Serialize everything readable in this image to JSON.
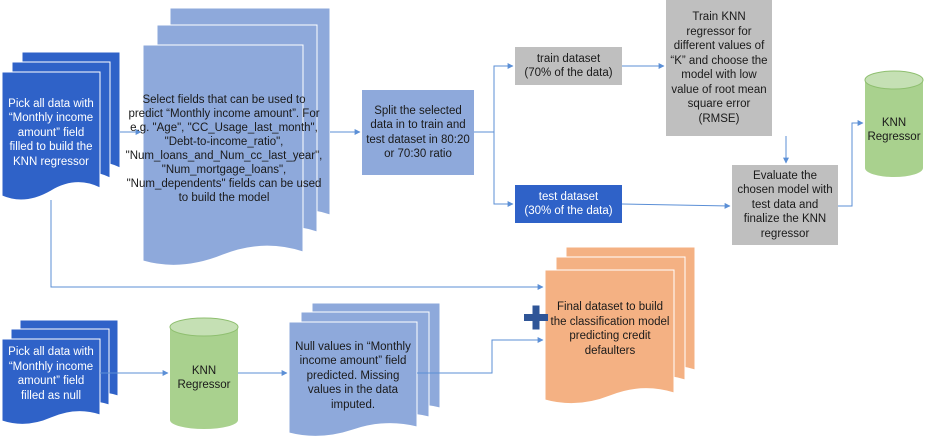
{
  "nodes": {
    "source_all": "Pick all data with “Monthly income amount” field filled to build the KNN regressor",
    "select_fields": "Select fields that can be used to predict “Monthly income amount”. For e.g. \"Age\", \"CC_Usage_last_month\", \"Debt-to-income_ratio\", \"Num_loans_and_Num_cc_last_year\", \"Num_mortgage_loans\", \"Num_dependents\"  fields can be used to build the model",
    "split": "Split the selected data in to train and test dataset in 80:20 or 70:30 ratio",
    "train_line1": "train dataset",
    "train_line2": "(70% of the data)",
    "test_line1": "test dataset",
    "test_line2": "(30% of the data)",
    "train_knn": "Train KNN regressor for different values of “K” and choose the model with low value of root mean square error (RMSE)",
    "evaluate": "Evaluate the chosen model with test data and finalize the KNN regressor",
    "knn_top": "KNN Regressor",
    "source_null": "Pick all data with “Monthly income amount” field filled as null",
    "knn_bottom": "KNN Regressor",
    "imputed": "Null values in “Monthly income amount” field predicted. Missing values in the data imputed.",
    "final": "Final dataset to build the classification model predicting credit defaulters"
  },
  "colors": {
    "blue_doc": "#2f62c8",
    "lavender": "#8ea9db",
    "grey": "#bfbfbf",
    "green": "#a9d18e",
    "orange": "#f4b183",
    "connector": "#5b8fd6",
    "plus": "#2f5597"
  },
  "icons": {
    "plus": "plus-icon"
  }
}
